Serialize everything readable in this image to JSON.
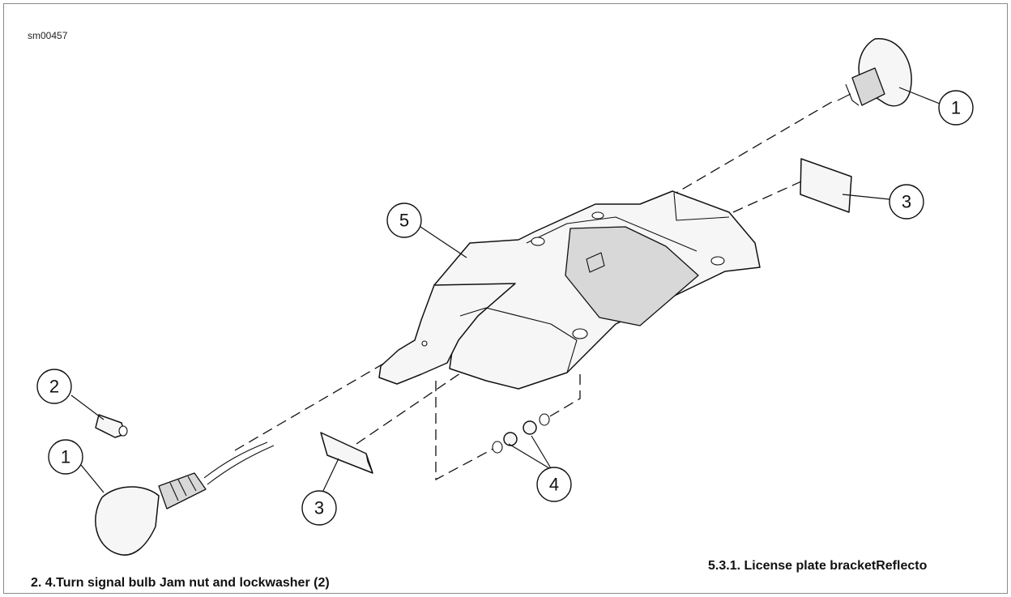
{
  "figure_id": "sm00457",
  "callouts": [
    "1",
    "2",
    "1",
    "3",
    "3",
    "4",
    "5"
  ],
  "captions": {
    "left": "2. 4.Turn signal bulb Jam nut and lockwasher (2)",
    "right": "5.3.1. License plate bracketReflecto"
  },
  "colors": {
    "line": "#111111",
    "fill": "#f6f6f6",
    "border": "#8a8a8a"
  }
}
